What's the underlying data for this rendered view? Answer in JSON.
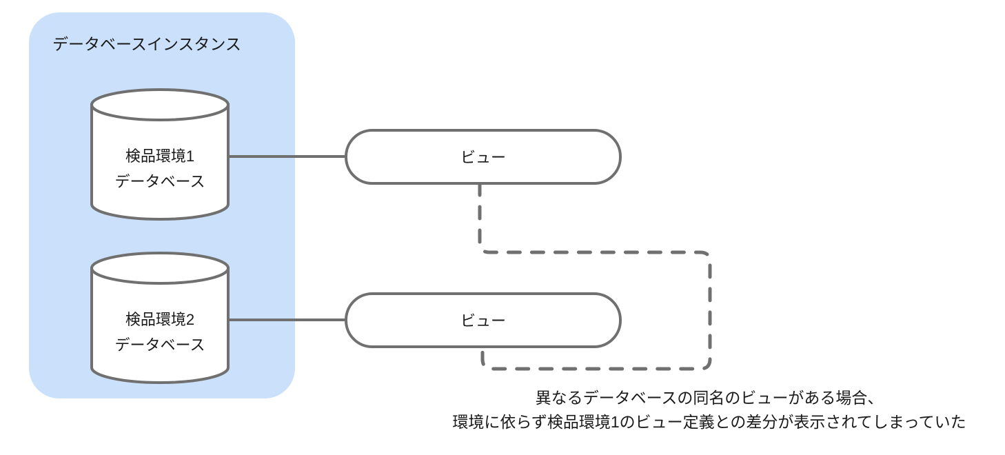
{
  "colors": {
    "panel_fill": "#cbe0fa",
    "stroke": "#707070",
    "shape_fill": "#ffffff",
    "text": "#1a1a1a",
    "background": "#ffffff"
  },
  "panel": {
    "title": "データベースインスタンス"
  },
  "databases": [
    {
      "name": "db-1",
      "line1": "検品環境1",
      "line2": "データベース"
    },
    {
      "name": "db-2",
      "line1": "検品環境2",
      "line2": "データベース"
    }
  ],
  "views": [
    {
      "name": "view-1",
      "label": "ビュー"
    },
    {
      "name": "view-2",
      "label": "ビュー"
    }
  ],
  "connectors": {
    "solid_1_label": "db1-to-view1",
    "solid_2_label": "db2-to-view2",
    "dashed_label": "view1-to-view2-dashed"
  },
  "caption": {
    "line1": "異なるデータベースの同名のビューがある場合、",
    "line2": "環境に依らず検品環境1のビュー定義との差分が表示されてしまっていた"
  }
}
